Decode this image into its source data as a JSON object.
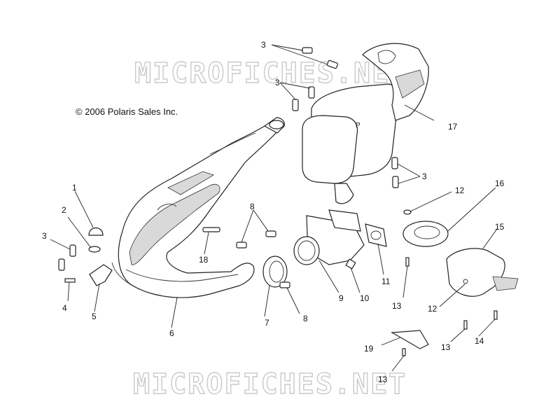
{
  "copyright": "© 2006 Polaris Sales Inc.",
  "watermark": "MICROFICHES.NET",
  "callouts": [
    "1",
    "2",
    "3",
    "3",
    "3",
    "3",
    "4",
    "5",
    "6",
    "7",
    "8",
    "8",
    "9",
    "10",
    "11",
    "12",
    "12",
    "13",
    "13",
    "13",
    "14",
    "15",
    "16",
    "17",
    "18",
    "19"
  ]
}
